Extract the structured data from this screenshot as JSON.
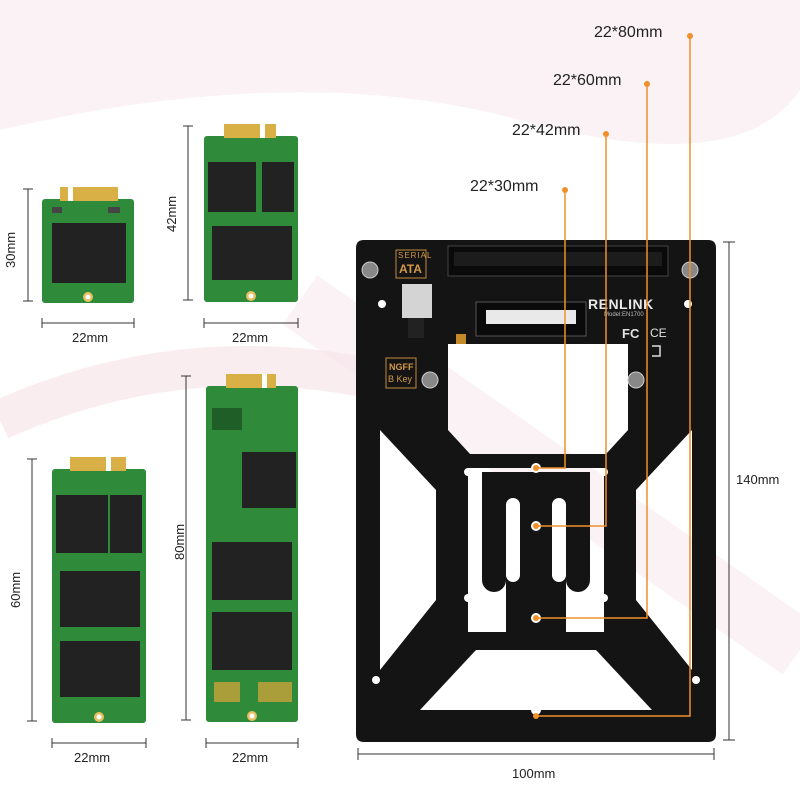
{
  "colors": {
    "accent": "#f0902a",
    "pcb_green": "#2f8a3a",
    "bracket": "#141414",
    "gold": "#d8b045"
  },
  "cards": [
    {
      "width_label": "22mm",
      "length_label": "30mm"
    },
    {
      "width_label": "22mm",
      "length_label": "42mm"
    },
    {
      "width_label": "22mm",
      "length_label": "60mm"
    },
    {
      "width_label": "22mm",
      "length_label": "80mm"
    }
  ],
  "bracket": {
    "width_label": "100mm",
    "height_label": "140mm",
    "brand": "RENLINK",
    "model_text": "Model:EN1700",
    "serial_text": "SERIAL",
    "ata_text": "ATA",
    "ngff_text": "NGFF",
    "bkey_text": "B Key",
    "fc_mark": "FC",
    "ce_mark": "CE"
  },
  "callouts": [
    "22*80mm",
    "22*60mm",
    "22*42mm",
    "22*30mm"
  ]
}
